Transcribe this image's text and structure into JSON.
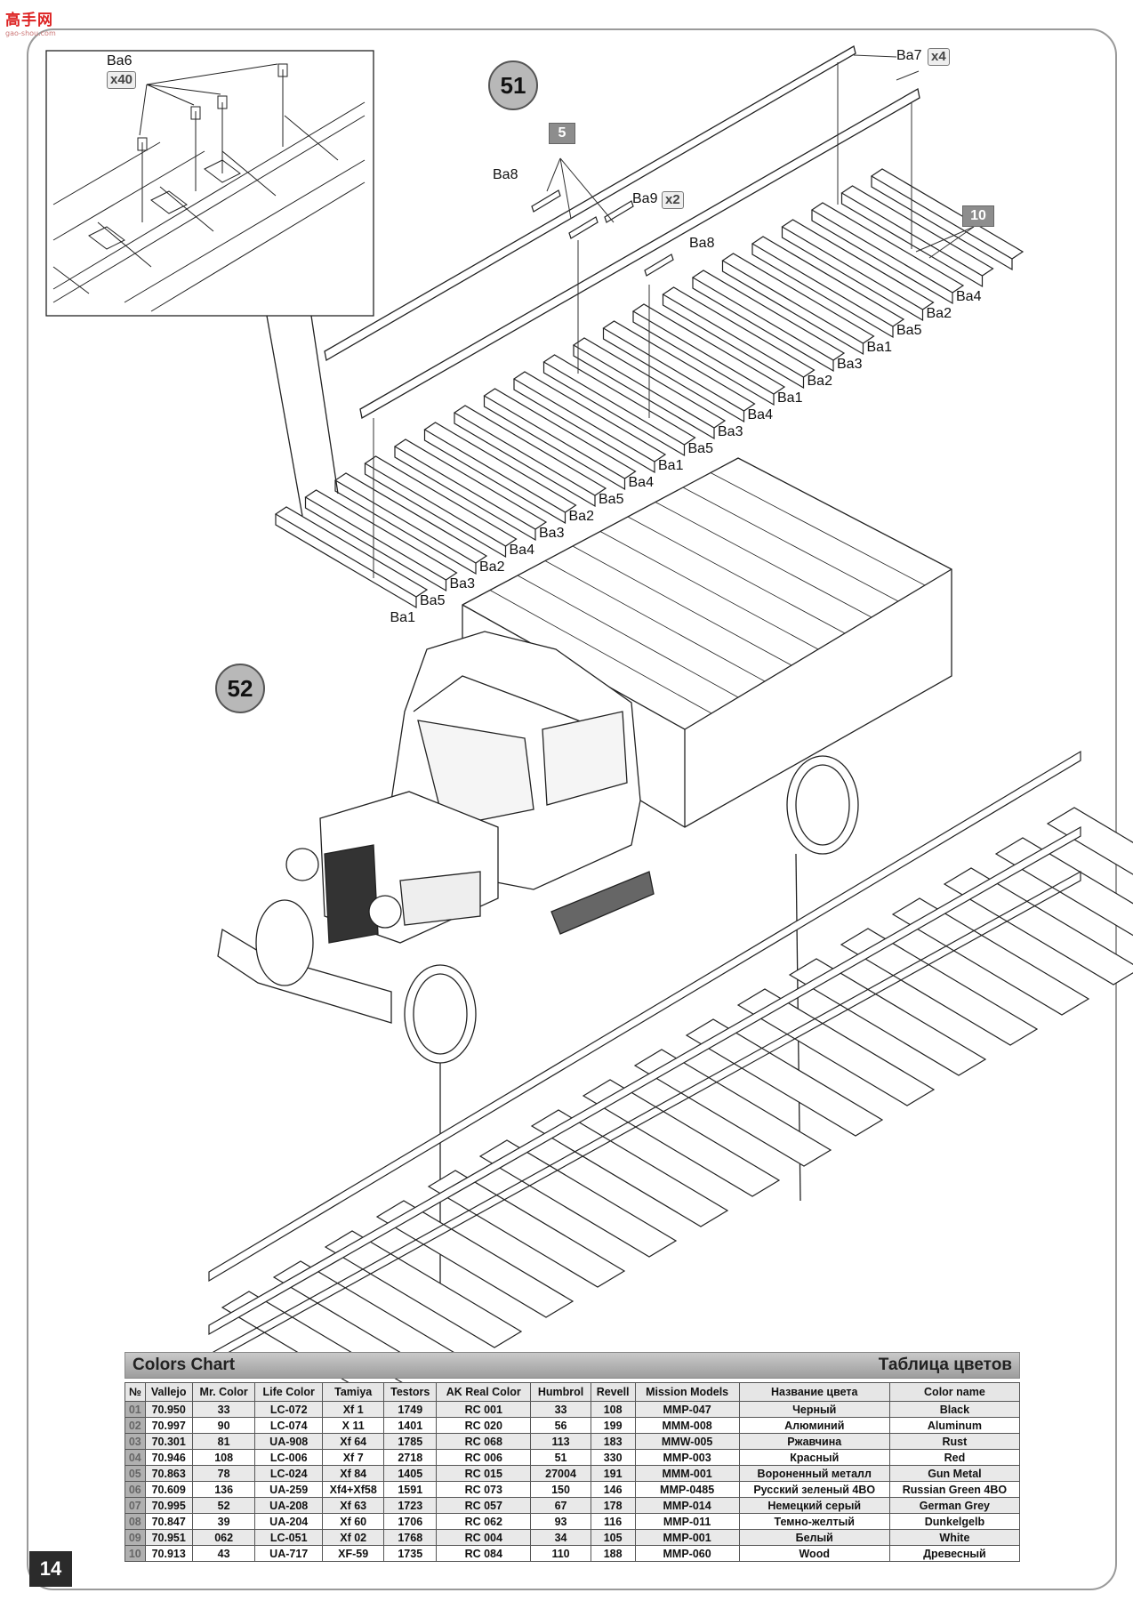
{
  "watermark": {
    "brand": "高手网",
    "url": "gao-shou.com"
  },
  "steps": [
    {
      "number": "51"
    },
    {
      "number": "52"
    }
  ],
  "parts": {
    "ba6": "Ba6",
    "ba6_qty": "x40",
    "ba7": "Ba7",
    "ba7_qty": "x4",
    "ba8": "Ba8",
    "ba9": "Ba9",
    "ba9_qty": "x2",
    "callout_5": "5",
    "callout_10": "10",
    "sleeper_labels_right": [
      "Ba4",
      "Ba2",
      "Ba5",
      "Ba1",
      "Ba3",
      "Ba2",
      "Ba1",
      "Ba4",
      "Ba3",
      "Ba5",
      "Ba1",
      "Ba4",
      "Ba5",
      "Ba2",
      "Ba3",
      "Ba4",
      "Ba2",
      "Ba3",
      "Ba5",
      "Ba1"
    ]
  },
  "colors_chart": {
    "title_en": "Colors Chart",
    "title_ru": "Таблица цветов",
    "headers": [
      "№",
      "Vallejo",
      "Mr. Color",
      "Life Color",
      "Tamiya",
      "Testors",
      "AK Real Color",
      "Humbrol",
      "Revell",
      "Mission Models",
      "Название цвета",
      "Color name"
    ],
    "rows": [
      [
        "01",
        "70.950",
        "33",
        "LC-072",
        "Xf 1",
        "1749",
        "RC 001",
        "33",
        "108",
        "MMP-047",
        "Черный",
        "Black"
      ],
      [
        "02",
        "70.997",
        "90",
        "LC-074",
        "X 11",
        "1401",
        "RC 020",
        "56",
        "199",
        "MMM-008",
        "Алюминий",
        "Aluminum"
      ],
      [
        "03",
        "70.301",
        "81",
        "UA-908",
        "Xf 64",
        "1785",
        "RC 068",
        "113",
        "183",
        "MMW-005",
        "Ржавчина",
        "Rust"
      ],
      [
        "04",
        "70.946",
        "108",
        "LC-006",
        "Xf 7",
        "2718",
        "RC 006",
        "51",
        "330",
        "MMP-003",
        "Красный",
        "Red"
      ],
      [
        "05",
        "70.863",
        "78",
        "LC-024",
        "Xf 84",
        "1405",
        "RC 015",
        "27004",
        "191",
        "MMM-001",
        "Вороненный металл",
        "Gun Metal"
      ],
      [
        "06",
        "70.609",
        "136",
        "UA-259",
        "Xf4+Xf58",
        "1591",
        "RC 073",
        "150",
        "146",
        "MMP-0485",
        "Русский зеленый 4BO",
        "Russian Green 4BO"
      ],
      [
        "07",
        "70.995",
        "52",
        "UA-208",
        "Xf 63",
        "1723",
        "RC 057",
        "67",
        "178",
        "MMP-014",
        "Немецкий серый",
        "German Grey"
      ],
      [
        "08",
        "70.847",
        "39",
        "UA-204",
        "Xf 60",
        "1706",
        "RC 062",
        "93",
        "116",
        "MMP-011",
        "Темно-желтый",
        "Dunkelgelb"
      ],
      [
        "09",
        "70.951",
        "062",
        "LC-051",
        "Xf 02",
        "1768",
        "RC 004",
        "34",
        "105",
        "MMP-001",
        "Белый",
        "White"
      ],
      [
        "10",
        "70.913",
        "43",
        "UA-717",
        "XF-59",
        "1735",
        "RC 084",
        "110",
        "188",
        "MMP-060",
        "Wood",
        "Древесный"
      ]
    ]
  },
  "page_number": "14"
}
